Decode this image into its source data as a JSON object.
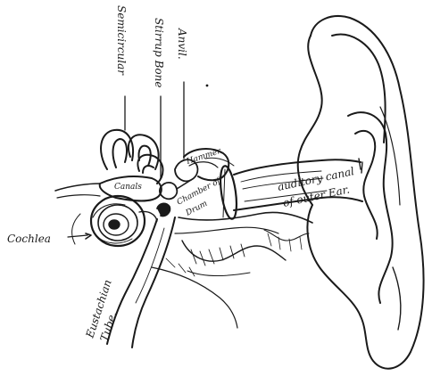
{
  "figure": {
    "labels": {
      "semicircular": "Semicircular",
      "stirrup_bone": "Stirrup Bone",
      "anvil": "Anvil.",
      "canals": "Canals",
      "hammer": "Hammer",
      "chamber_of_drum_line1": "Chamber of",
      "chamber_of_drum_line2": "Drum",
      "auditory_canal_line1": "auditory canal",
      "auditory_canal_line2": "of outer Ear.",
      "cochlea": "Cochlea",
      "eustachian_tube_line1": "Eustachian",
      "eustachian_tube_line2": "Tube."
    },
    "colors": {
      "ink": "#1a1a1a",
      "paper": "#ffffff"
    }
  }
}
